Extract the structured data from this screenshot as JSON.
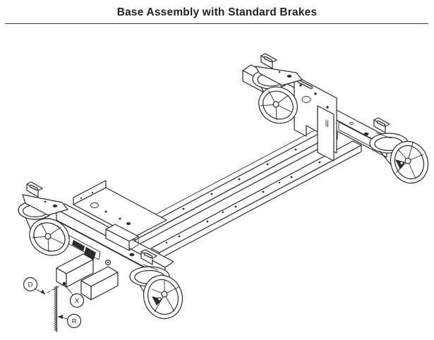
{
  "page": {
    "background": "#ffffff",
    "ink": "#2b2b2b",
    "rule_color": "#3c3c3c"
  },
  "header": {
    "title": "Base Assembly with Standard Brakes"
  },
  "figure": {
    "type": "technical-line-drawing",
    "subject": "Isometric exploded-style view of a wheeled base frame with two long side rails, head and foot cross members, four swivel casters with spoked wheels, and standard brake pedals",
    "callouts": [
      {
        "id": "D",
        "label": "D"
      },
      {
        "id": "X",
        "label": "X"
      },
      {
        "id": "R",
        "label": "R"
      }
    ]
  }
}
